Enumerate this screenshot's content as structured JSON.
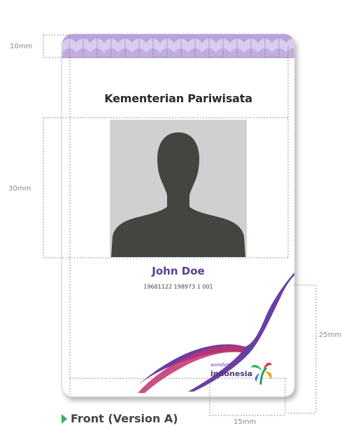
{
  "card": {
    "organization": "Kementerian Pariwisata",
    "name": "John Doe",
    "id_number": "19681122 198973 1 001",
    "logo_small": "wonderful",
    "logo_big": "indonesia"
  },
  "dimensions": {
    "top_band": "10mm",
    "photo_height": "30mm",
    "logo_height": "25mm",
    "logo_width": "15mm"
  },
  "caption": "Front (Version A)",
  "colors": {
    "name": "#5b3d97",
    "pattern": "#b9a6d8",
    "swoosh_purple": "#6a3fa3",
    "swoosh_magenta": "#c2306d",
    "silhouette": "#454441",
    "photo_bg": "#d0d0d0",
    "caption_arrow": "#2fb45a"
  }
}
